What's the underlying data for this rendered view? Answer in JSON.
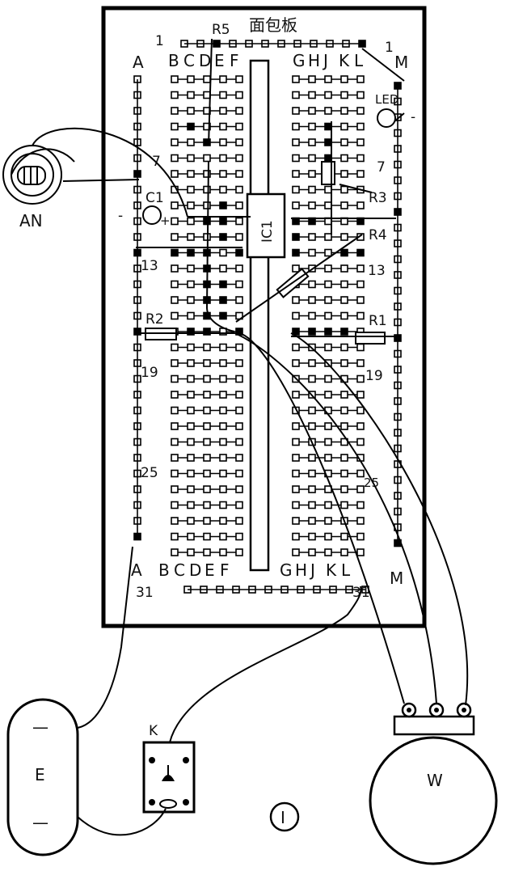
{
  "board": {
    "title": "面包板",
    "row_start": "1",
    "row_end": "31",
    "row_7": "7",
    "row_13": "13",
    "row_19": "19",
    "row_25": "25",
    "col_left_outer": "A",
    "col_right_outer": "M",
    "cols_left": [
      "B",
      "C",
      "D",
      "E",
      "F"
    ],
    "cols_right": [
      "G",
      "H",
      "J",
      "K",
      "L"
    ]
  },
  "components": {
    "r5": "R5",
    "led": "LED",
    "led_minus": "-",
    "c1": "C1",
    "c1_minus": "-",
    "c1_plus": "+",
    "ic1": "IC1",
    "r3": "R3",
    "r4": "R4",
    "r1": "R1",
    "r2": "R2",
    "an": "AN",
    "battery": "E",
    "battery_minus_top": "—",
    "battery_minus_bottom": "—",
    "switch": "K",
    "speaker": "W",
    "figure_number": "I"
  }
}
